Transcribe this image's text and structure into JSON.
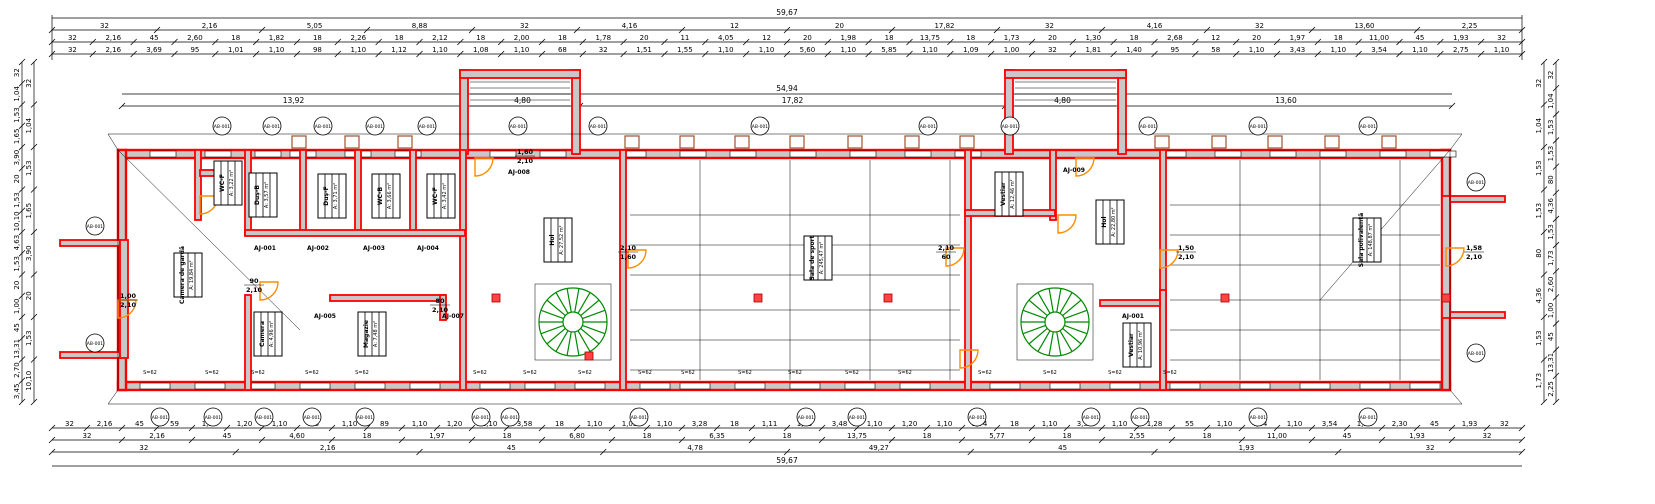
{
  "dims": {
    "top_total": "59,67",
    "top_row1": [
      "32",
      "2,16",
      "5,05",
      "8,88",
      "32",
      "4,16",
      "12",
      "20",
      "17,82",
      "32",
      "4,16",
      "32",
      "13,60",
      "2,25"
    ],
    "top_row2": [
      "32",
      "2,16",
      "45",
      "2,60",
      "18",
      "1,82",
      "18",
      "2,26",
      "18",
      "2,12",
      "18",
      "2,00",
      "18",
      "1,78",
      "20",
      "11",
      "4,05",
      "12",
      "20",
      "1,98",
      "18",
      "13,75",
      "18",
      "1,73",
      "20",
      "1,30",
      "18",
      "2,68",
      "12",
      "20",
      "1,97",
      "18",
      "11,00",
      "45",
      "1,93",
      "32"
    ],
    "top_row3": [
      "32",
      "2,16",
      "3,69",
      "95",
      "1,01",
      "1,10",
      "98",
      "1,10",
      "1,12",
      "1,10",
      "1,08",
      "1,10",
      "68",
      "32",
      "1,51",
      "1,55",
      "1,10",
      "1,10",
      "5,60",
      "1,10",
      "5,85",
      "1,10",
      "1,09",
      "1,00",
      "32",
      "1,81",
      "1,40",
      "95",
      "58",
      "1,10",
      "3,43",
      "1,10",
      "3,54",
      "1,10",
      "2,75",
      "1,10"
    ],
    "inner_total": "54,94",
    "inner_parts": [
      "13,92",
      "4,80",
      "17,82",
      "4,80",
      "13,60"
    ],
    "bottom_row1": [
      "32",
      "2,16",
      "45",
      "59",
      "1,10",
      "1,20",
      "1,10",
      "78",
      "1,10",
      "89",
      "1,10",
      "1,20",
      "1,10",
      "3,58",
      "18",
      "1,10",
      "1,05",
      "1,10",
      "3,28",
      "18",
      "1,11",
      "1,10",
      "3,48",
      "1,10",
      "1,20",
      "1,10",
      "3,74",
      "18",
      "1,10",
      "3,56",
      "1,10",
      "1,28",
      "55",
      "1,10",
      "4,04",
      "1,10",
      "3,54",
      "1,10",
      "2,30",
      "45",
      "1,93",
      "32"
    ],
    "bottom_row2": [
      "32",
      "2,16",
      "45",
      "4,60",
      "18",
      "1,97",
      "18",
      "6,80",
      "18",
      "6,35",
      "18",
      "13,75",
      "18",
      "5,77",
      "18",
      "2,55",
      "18",
      "11,00",
      "45",
      "1,93",
      "32"
    ],
    "bottom_row3": [
      "32",
      "2,16",
      "45",
      "4,78",
      "49,27",
      "45",
      "1,93",
      "32"
    ],
    "bottom_total": "59,67",
    "left": [
      "32",
      "1,04",
      "1,53",
      "1,65",
      "3,90",
      "20",
      "1,53",
      "10,10",
      "4,63",
      "1,53",
      "20",
      "1,00",
      "45",
      "13,31",
      "2,70",
      "3,45"
    ],
    "right": [
      "32",
      "1,04",
      "1,53",
      "1,53",
      "80",
      "4,36",
      "1,53",
      "1,73",
      "2,60",
      "1,00",
      "45",
      "13,31",
      "2,25"
    ]
  },
  "tags": {
    "ab": "AB-001",
    "aj": [
      "AJ-001",
      "AJ-002",
      "AJ-003",
      "AJ-004",
      "AJ-005",
      "AJ-007",
      "AJ-008",
      "AJ-009"
    ],
    "sill": "S=62"
  },
  "rooms": [
    {
      "name": "Camera de gardă",
      "area": "A: 19,84 m²"
    },
    {
      "name": "WC-F",
      "area": "A: 3,22 m²"
    },
    {
      "name": "Duș-B",
      "area": "A: 3,57 m²"
    },
    {
      "name": "Duș-F",
      "area": "A: 3,71 m²"
    },
    {
      "name": "WC-B",
      "area": "A: 3,66 m²"
    },
    {
      "name": "WC-F",
      "area": "A: 3,42 m²"
    },
    {
      "name": "Camera",
      "area": "A: 4,96 m²"
    },
    {
      "name": "Magazie",
      "area": "A: 7,48 m²"
    },
    {
      "name": "Hol",
      "area": "A: 27,52 m²"
    },
    {
      "name": "Sala de sport",
      "area": "A: 245,47 m²"
    },
    {
      "name": "Vestiar",
      "area": "A: 12,46 m²"
    },
    {
      "name": "Hol",
      "area": "A: 22,80 m²"
    },
    {
      "name": "Vestiar",
      "area": "A: 10,96 m²"
    },
    {
      "name": "Sala polivalentă",
      "area": "A: 148,87 m²"
    }
  ],
  "openings": [
    "1,00/2,10",
    "1,50/2,10",
    "90/2,10",
    "80/2,10",
    "1,60/2,10",
    "2,10/1,60",
    "2,10/60",
    "1,58/2,10"
  ]
}
